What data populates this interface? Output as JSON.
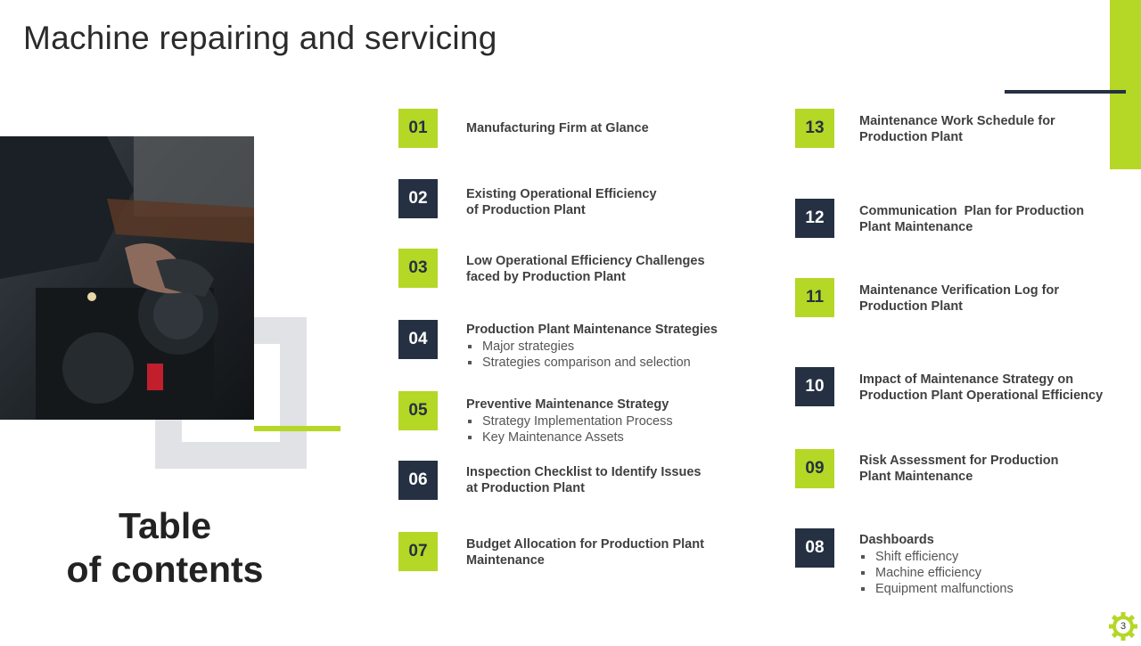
{
  "slide": {
    "title": "Machine repairing and servicing",
    "toc_heading_line1": "Table",
    "toc_heading_line2": "of contents",
    "page_number": "3"
  },
  "colors": {
    "accent_green": "#b5d726",
    "navy": "#253142",
    "gray_frame": "#e1e2e5"
  },
  "items": {
    "i01": {
      "num": "01",
      "title_lines": [
        "Manufacturing Firm at Glance"
      ],
      "subs": []
    },
    "i02": {
      "num": "02",
      "title_lines": [
        "Existing Operational Efficiency",
        "of Production Plant"
      ],
      "subs": []
    },
    "i03": {
      "num": "03",
      "title_lines": [
        "Low Operational Efficiency Challenges",
        "faced by Production Plant"
      ],
      "subs": []
    },
    "i04": {
      "num": "04",
      "title_lines": [
        "Production Plant Maintenance Strategies"
      ],
      "subs": [
        "Major strategies",
        "Strategies comparison and selection"
      ]
    },
    "i05": {
      "num": "05",
      "title_lines": [
        "Preventive Maintenance Strategy"
      ],
      "subs": [
        "Strategy Implementation Process",
        "Key Maintenance Assets"
      ]
    },
    "i06": {
      "num": "06",
      "title_lines": [
        "Inspection Checklist to Identify Issues",
        "at Production Plant"
      ],
      "subs": []
    },
    "i07": {
      "num": "07",
      "title_lines": [
        "Budget Allocation for Production Plant",
        "Maintenance"
      ],
      "subs": []
    },
    "i08": {
      "num": "08",
      "title_lines": [
        "Dashboards"
      ],
      "subs": [
        "Shift efficiency",
        "Machine efficiency",
        "Equipment malfunctions"
      ]
    },
    "i09": {
      "num": "09",
      "title_lines": [
        "Risk Assessment for Production",
        "Plant Maintenance"
      ],
      "subs": []
    },
    "i10": {
      "num": "10",
      "title_lines": [
        "Impact of Maintenance Strategy on",
        "Production Plant Operational Efficiency"
      ],
      "subs": []
    },
    "i11": {
      "num": "11",
      "title_lines": [
        "Maintenance Verification Log for",
        "Production Plant"
      ],
      "subs": []
    },
    "i12": {
      "num": "12",
      "title_lines": [
        "Communication  Plan for Production",
        "Plant Maintenance"
      ],
      "subs": []
    },
    "i13": {
      "num": "13",
      "title_lines": [
        "Maintenance Work Schedule for",
        "Production Plant"
      ],
      "subs": []
    }
  }
}
